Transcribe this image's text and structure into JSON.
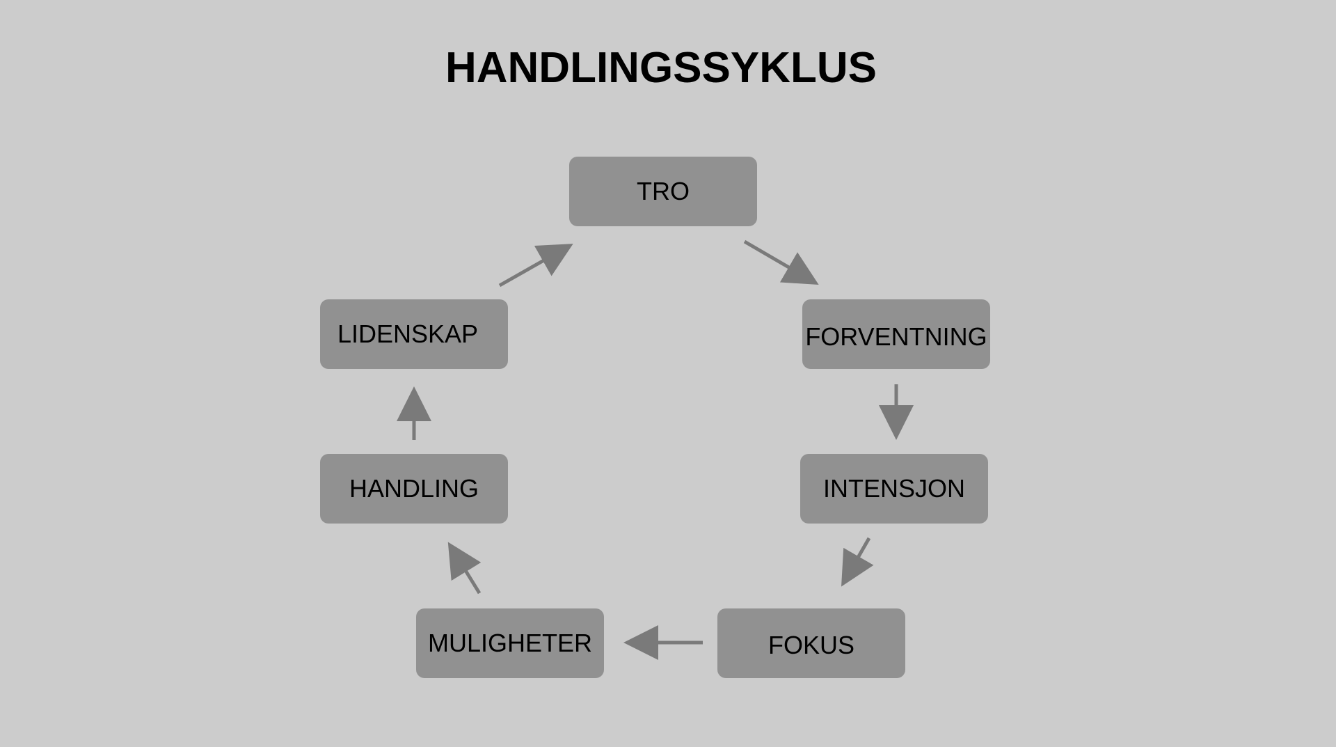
{
  "diagram": {
    "title": "HANDLINGSSYKLUS",
    "nodes": [
      {
        "id": "tro",
        "label": "TRO"
      },
      {
        "id": "forventning",
        "label": "FORVENTNING"
      },
      {
        "id": "intensjon",
        "label": "INTENSJON"
      },
      {
        "id": "fokus",
        "label": "FOKUS"
      },
      {
        "id": "muligheter",
        "label": "MULIGHETER"
      },
      {
        "id": "handling",
        "label": "HANDLING"
      },
      {
        "id": "lidenskap",
        "label": "LIDENSKAP"
      }
    ],
    "edges": [
      {
        "from": "tro",
        "to": "forventning"
      },
      {
        "from": "forventning",
        "to": "intensjon"
      },
      {
        "from": "intensjon",
        "to": "fokus"
      },
      {
        "from": "fokus",
        "to": "muligheter"
      },
      {
        "from": "muligheter",
        "to": "handling"
      },
      {
        "from": "handling",
        "to": "lidenskap"
      },
      {
        "from": "lidenskap",
        "to": "tro"
      }
    ],
    "colors": {
      "background": "#cccccc",
      "node_fill": "#919191",
      "arrow": "#7a7a7a",
      "text": "#000000"
    }
  }
}
